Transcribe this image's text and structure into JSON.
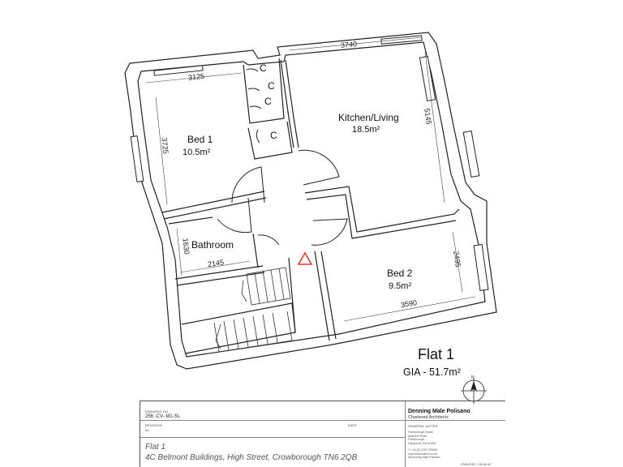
{
  "rooms": {
    "bed1": {
      "name": "Bed 1",
      "area": "10.5m²"
    },
    "kitchen": {
      "name": "Kitchen/Living",
      "area": "18.5m²"
    },
    "bathroom": {
      "name": "Bathroom"
    },
    "bed2": {
      "name": "Bed 2",
      "area": "9.5m²"
    }
  },
  "cupboards": [
    "C",
    "C",
    "C",
    "C"
  ],
  "dimensions": {
    "bed1_width": "3125",
    "bed1_depth": "3725",
    "kitchen_width": "3740",
    "kitchen_depth": "5145",
    "bath_depth": "1630",
    "bath_width": "2145",
    "bed2_depth": "2495",
    "bed2_width": "3590"
  },
  "flat": {
    "title": "Flat 1",
    "gia": "GIA - 51.7m²"
  },
  "north_label": "N",
  "colors": {
    "warning_triangle": "#e53935",
    "line": "#222222"
  },
  "title_block": {
    "drawing_no_label": "DRAWING NO.",
    "drawing_no": "256 -CV- M1-SL",
    "revision_label": "REVISION",
    "revision": "00",
    "date_label": "DATE",
    "firm_name": "Denning Male Polisano",
    "firm_sub": "Chartered Architects",
    "general_notes_label": "GENERAL NOTES",
    "address_lines": [
      "Farnborough House",
      "Alderholt Road",
      "Farnborough",
      "Hampshire GU14 6XD"
    ],
    "contact_lines": [
      "T: +44 (0) 1252 378499",
      "www.dmpsoftech.co.uk",
      "@Denning Male Polisano"
    ],
    "project_title": "Flat 1",
    "project_address": "4C Belmont Buildings, High Street, Crowborough TN6 2QB",
    "sheet_ref": "DRAWN BY: 1:50 @ A3"
  }
}
